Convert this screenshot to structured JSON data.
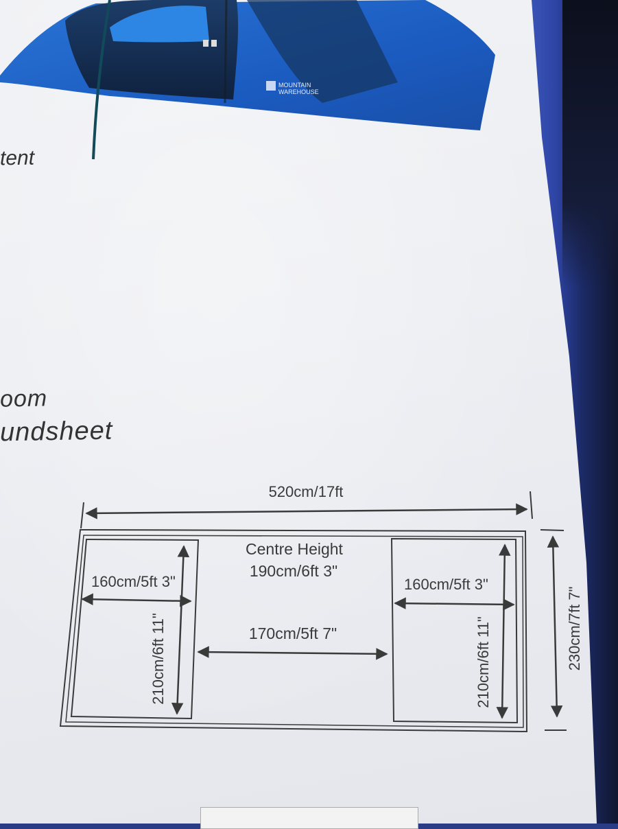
{
  "photo": {
    "brand_lines": [
      "MOUNTAIN",
      "WAREHOUSE"
    ]
  },
  "captions": {
    "tent": "tent",
    "room": "oom",
    "groundsheet": "undsheet"
  },
  "floor_plan": {
    "overall_length": "520cm/17ft",
    "overall_width": "230cm/7ft 7\"",
    "centre_height_title": "Centre Height",
    "centre_height_value": "190cm/6ft 3\"",
    "left_room_width": "160cm/5ft 3\"",
    "left_room_length": "210cm/6ft 11\"",
    "right_room_width": "160cm/5ft 3\"",
    "right_room_length": "210cm/6ft 11\"",
    "living_area_width": "170cm/5ft 7\""
  },
  "colors": {
    "tent_blue": "#1f5fc4",
    "tent_dark": "#122a4e",
    "line_color": "#3a3a3a",
    "paper": "#eef0f4"
  }
}
